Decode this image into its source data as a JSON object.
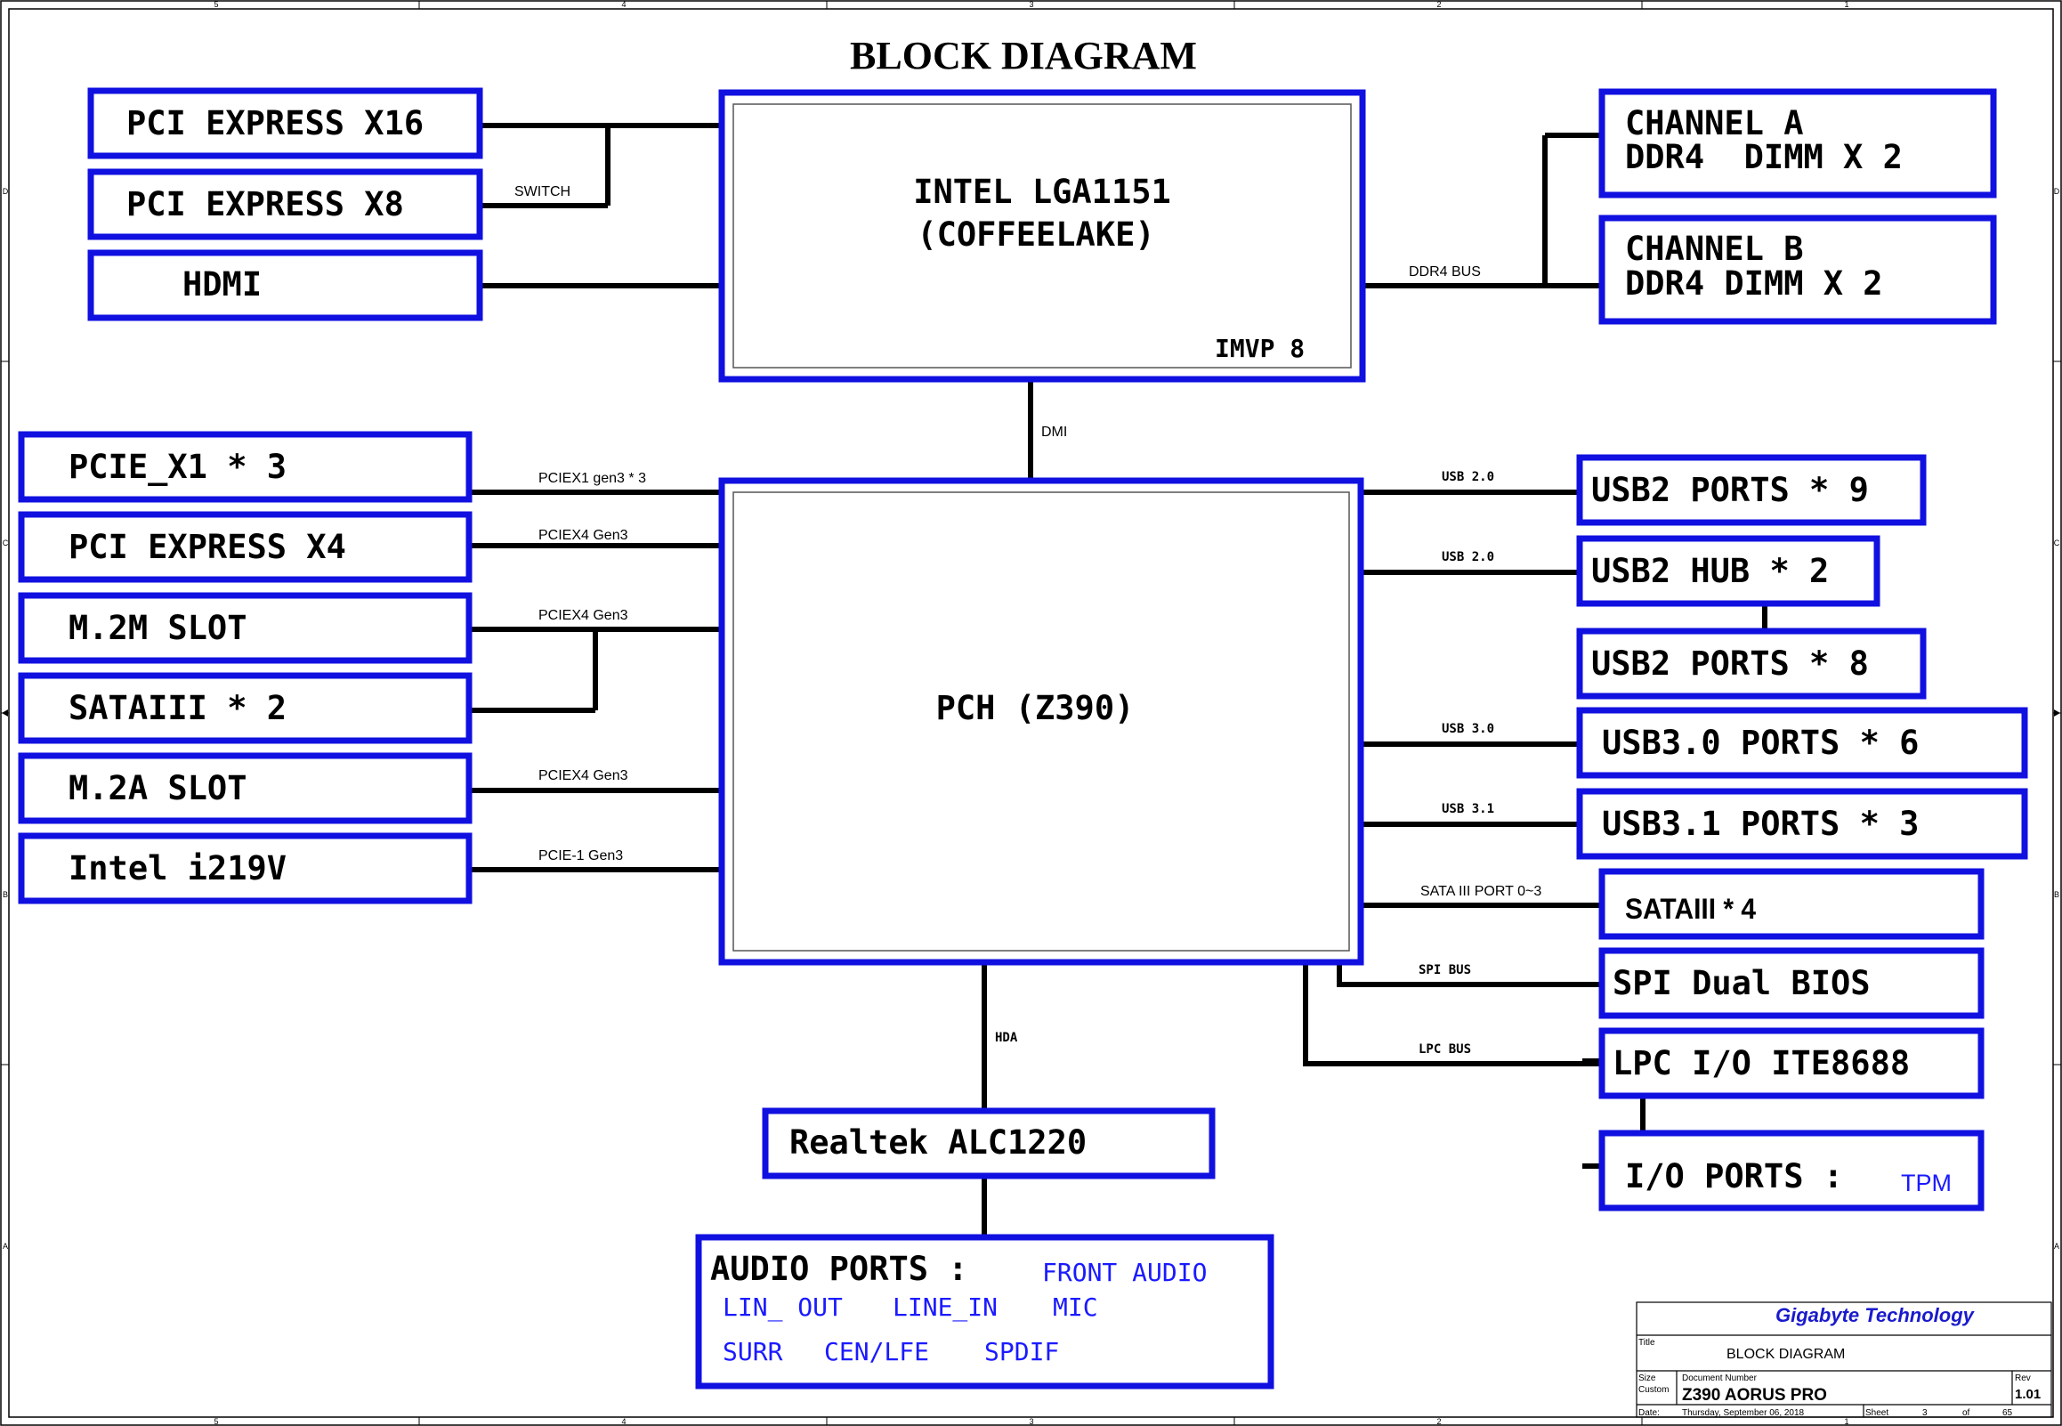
{
  "title": "BLOCK DIAGRAM",
  "border_marks": {
    "top": [
      "5",
      "4",
      "3",
      "2",
      "1"
    ],
    "bottom": [
      "5",
      "4",
      "3",
      "2",
      "1"
    ],
    "left": [
      "D",
      "C",
      "B",
      "A"
    ],
    "right": [
      "D",
      "C",
      "B",
      "A"
    ]
  },
  "blocks": {
    "pci_express_x16": "PCI EXPRESS X16",
    "pci_express_x8": "PCI EXPRESS X8",
    "hdmi": "HDMI",
    "cpu_line1": "INTEL LGA1151",
    "cpu_line2": "(COFFEELAKE)",
    "cpu_imvp": "IMVP 8",
    "channel_a_line1": "CHANNEL A",
    "channel_a_line2": "DDR4  DIMM X 2",
    "channel_b_line1": "CHANNEL B",
    "channel_b_line2": "DDR4 DIMM X 2",
    "pcie_x1": "PCIE_X1 * 3",
    "pci_express_x4": "PCI EXPRESS X4",
    "m2m_slot": "M.2M SLOT",
    "sataiii_2": "SATAIII * 2",
    "m2a_slot": "M.2A SLOT",
    "intel_i219v": "Intel i219V",
    "pch": "PCH (Z390)",
    "usb2_ports_9": "USB2 PORTS * 9",
    "usb2_hub_2": "USB2 HUB * 2",
    "usb2_ports_8": "USB2 PORTS * 8",
    "usb30_ports_6": "USB3.0 PORTS * 6",
    "usb31_ports_3": "USB3.1 PORTS * 3",
    "sataiii_4": "SATAIII * 4",
    "spi_dual_bios": "SPI Dual BIOS",
    "lpc_io": "LPC I/O ITE8688",
    "io_ports_label": "I/O PORTS :",
    "io_ports_tpm": "TPM",
    "realtek": "Realtek ALC1220",
    "audio_ports_label": "AUDIO PORTS :",
    "audio_front": "FRONT AUDIO",
    "audio_lin_out": "LIN_ OUT",
    "audio_line_in": "LINE_IN",
    "audio_mic": "MIC",
    "audio_surr": "SURR",
    "audio_cen_lfe": "CEN/LFE",
    "audio_spdif": "SPDIF"
  },
  "bus_labels": {
    "switch": "SWITCH",
    "ddr4_bus": "DDR4 BUS",
    "dmi": "DMI",
    "pciex1_gen3": "PCIEX1 gen3 * 3",
    "pciex4_gen3_a": "PCIEX4 Gen3",
    "pciex4_gen3_b": "PCIEX4 Gen3",
    "pciex4_gen3_c": "PCIEX4 Gen3",
    "pcie1_gen3": "PCIE-1 Gen3",
    "usb20_a": "USB 2.0",
    "usb20_b": "USB 2.0",
    "usb30": "USB 3.0",
    "usb31": "USB 3.1",
    "sata_iii_port": "SATA III PORT 0~3",
    "spi_bus": "SPI BUS",
    "lpc_bus": "LPC BUS",
    "hda": "HDA"
  },
  "title_block": {
    "company": "Gigabyte Technology",
    "title_label": "Title",
    "title_value": "BLOCK DIAGRAM",
    "size_label": "Size",
    "size_value": "Custom",
    "docnum_label": "Document Number",
    "docnum_value": "Z390 AORUS PRO",
    "rev_label": "Rev",
    "rev_value": "1.01",
    "date_label": "Date:",
    "date_value": "Thursday, September 06, 2018",
    "sheet_label": "Sheet",
    "sheet_value": "3",
    "of_label": "of",
    "of_value": "65"
  },
  "colors": {
    "block_border": "#1010e0",
    "wire": "#000000",
    "accent_text": "#1a1aff",
    "company_text": "#1a1acc"
  }
}
